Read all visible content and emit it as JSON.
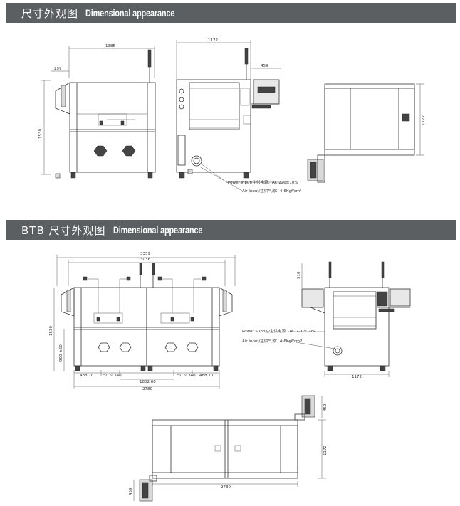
{
  "section1": {
    "title_cn": "尺寸外观图",
    "title_en": "Dimensional appearance",
    "dims": {
      "width_front": "1385",
      "left_offset": "299",
      "height": "1530",
      "width_side": "1172",
      "monitor": "459",
      "depth_top": "1172"
    },
    "notes": {
      "power": "Power Input/主供电源：AC 220±10%",
      "air": "Air Input/主供气源：4-6Kgf/cm²"
    }
  },
  "section2": {
    "title_cn": "BTB 尺寸外观图",
    "title_en": "Dimensional appearance",
    "dims": {
      "w1": "3359",
      "w2": "3036",
      "height": "1530",
      "lower": "900 ±50",
      "seg_left": "488.70",
      "seg_range_left": "50 ~ 340",
      "center": "1802.60",
      "seg_range_right": "50 ~ 340",
      "seg_right": "488.70",
      "total": "2780",
      "side_width": "1172",
      "monitor": "510",
      "top_width": "2780",
      "top_depth": "1172",
      "top_side_a": "459",
      "top_side_b": "459"
    },
    "notes": {
      "power": "Power Supply/主供电源：AC 220±10%",
      "air": "Air Input/主供气源：4-6Kgf/cm2"
    }
  }
}
